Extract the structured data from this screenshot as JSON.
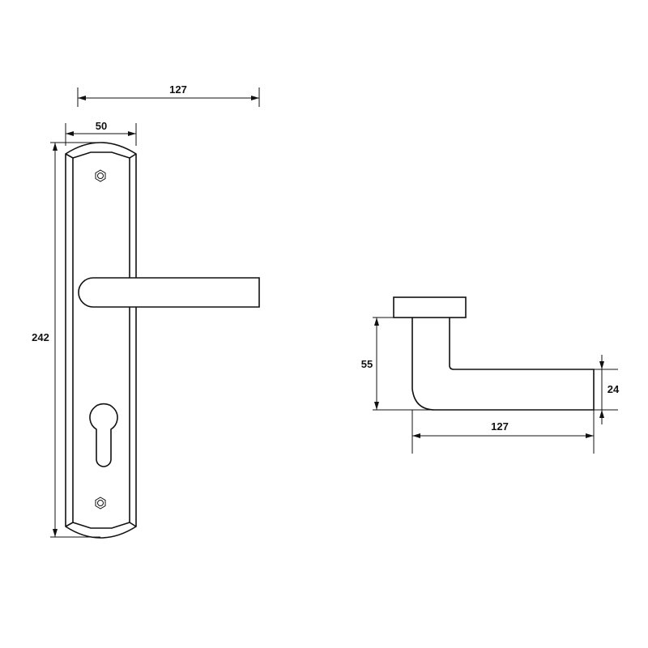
{
  "dimensions": {
    "plate_overall_width": "127",
    "plate_width": "50",
    "plate_height": "242",
    "lever_projection": "55",
    "lever_length": "127",
    "lever_thickness": "24"
  },
  "line_color": "#111111"
}
